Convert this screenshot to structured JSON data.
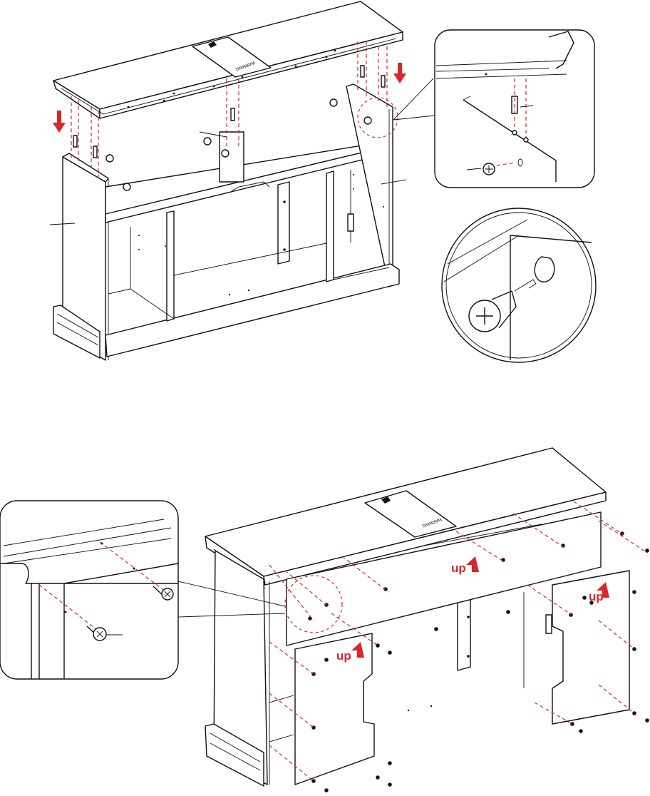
{
  "colors": {
    "accent": "#d9262b",
    "line": "#111111",
    "background": "#ffffff"
  },
  "step_top": {
    "top_panel_label": "WARNING",
    "arrows": [
      "arrow-down-icon",
      "arrow-down-icon"
    ],
    "details": [
      "cam-bolt-detail",
      "cam-lock-detail"
    ]
  },
  "step_bottom": {
    "top_panel_label": "WARNING",
    "panels": [
      {
        "name": "upper-back-panel",
        "label": "up"
      },
      {
        "name": "left-back-panel",
        "label": "up"
      },
      {
        "name": "right-back-panel",
        "label": "up"
      }
    ],
    "details": [
      "screw-detail"
    ]
  }
}
